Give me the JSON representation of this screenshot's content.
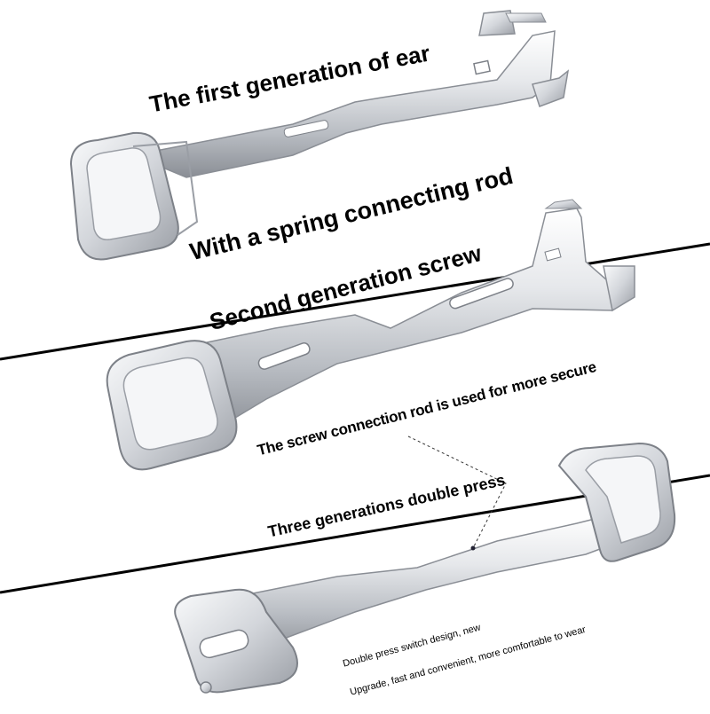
{
  "sections": [
    {
      "title": "The first generation of ear",
      "subtitle": "With a spring connecting rod"
    },
    {
      "title": "Second generation screw",
      "subtitle": "The screw connection rod is used for more secure"
    },
    {
      "title": "Three generations double press",
      "note_line1": "Double press switch design, new",
      "note_line2": "Upgrade, fast and convenient, more comfortable to wear"
    }
  ],
  "colors": {
    "background": "#ffffff",
    "text": "#000000",
    "divider": "#000000",
    "metal_light": "#f2f3f5",
    "metal_mid": "#c9ccd1",
    "metal_dark": "#7d8188"
  }
}
